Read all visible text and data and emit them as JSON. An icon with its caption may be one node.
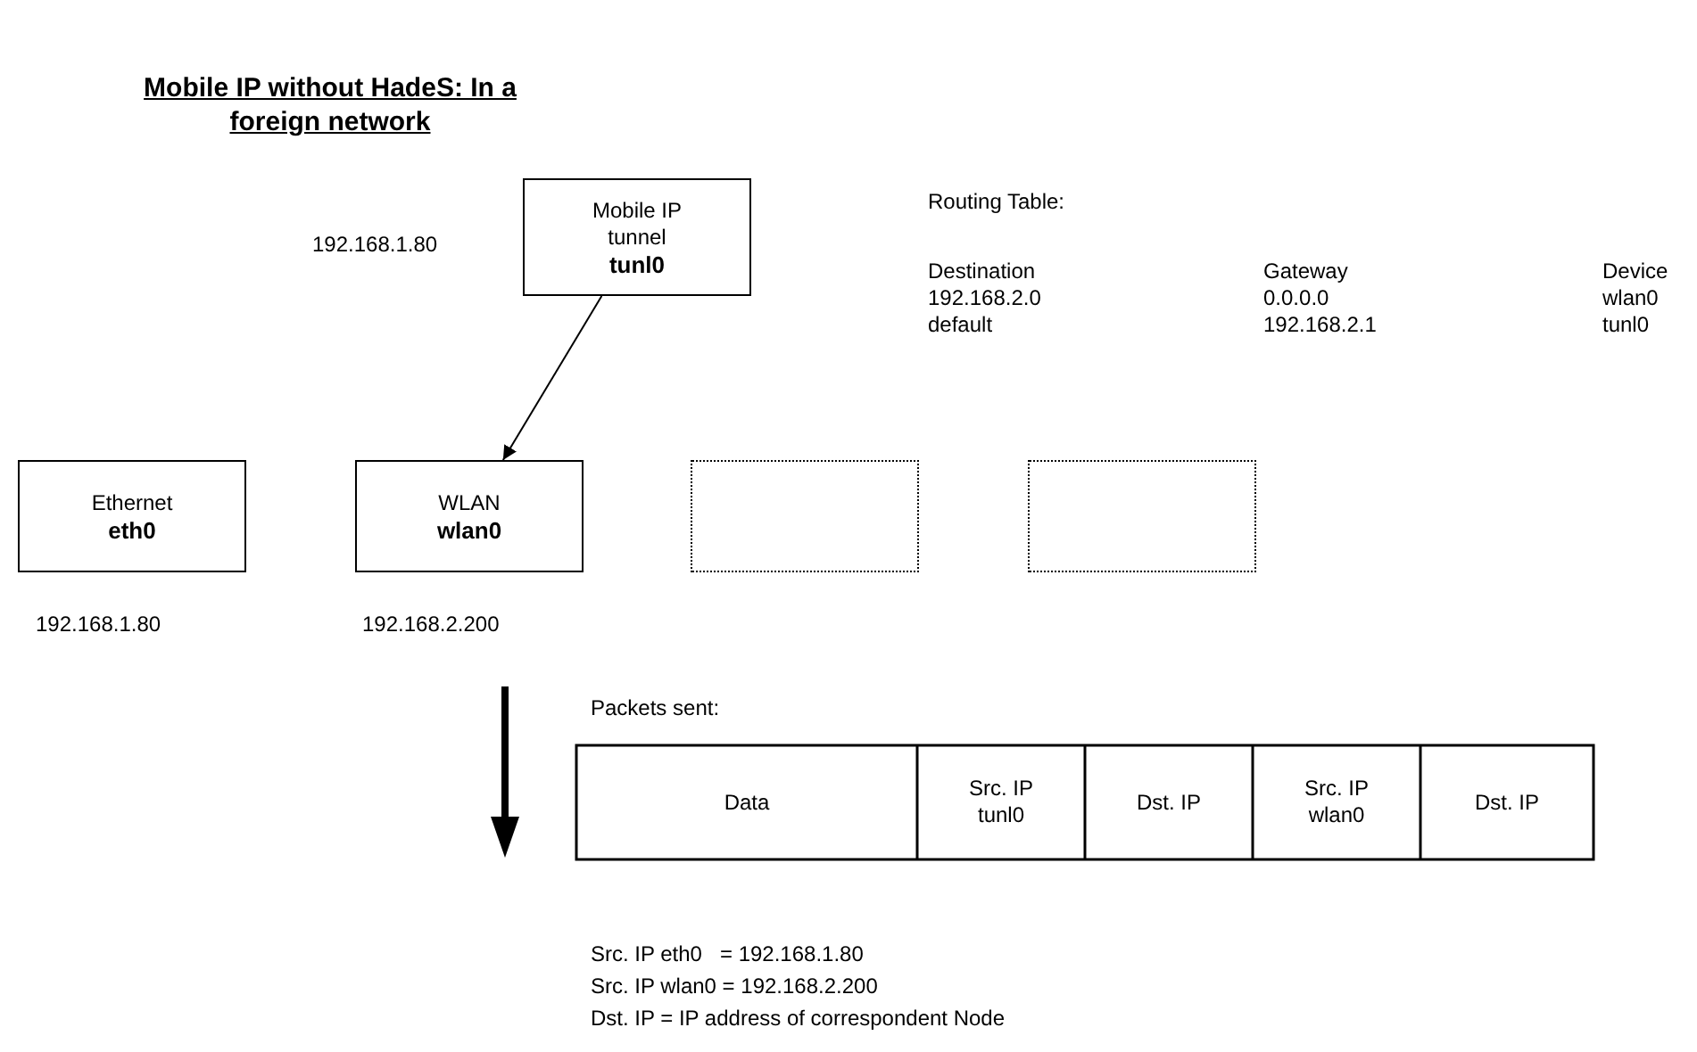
{
  "diagram": {
    "title": "Mobile IP without HadeS: In a foreign network",
    "nodes": [
      {
        "text": [
          "Mobile IP tunnel",
          "tunl0"
        ]
      },
      {
        "text": [
          "Ethernet",
          "eth0"
        ],
        "beside": [
          "192.168.1.80"
        ]
      },
      {
        "text": [
          "WLAN",
          "wlan0"
        ],
        "beside": [
          "192.168.2.200"
        ]
      },
      {
        "text": [],
        "shape": "box"
      },
      {
        "text": [],
        "shape": "box"
      },
      {
        "text": [
          "Data"
        ]
      },
      {
        "text": [
          "Src. IP tunl0"
        ]
      },
      {
        "text": [
          "Dst. IP"
        ]
      },
      {
        "text": [
          "Src. IP wlan0"
        ]
      },
      {
        "text": [
          "Dst. IP"
        ]
      }
    ],
    "edges": [
      {
        "from": 0,
        "to": 2,
        "arrow": "to"
      }
    ],
    "labels": [
      "192.168.1.80",
      "Routing Table:",
      "Destination",
      "Gateway",
      "Device",
      "192.168.2.0",
      "0.0.0.0",
      "wlan0",
      "default",
      "192.168.2.1",
      "tunl0",
      "Packets sent:",
      "Src. IP eth0   = 192.168.1.80",
      "Src. IP wlan0 = 192.168.2.200",
      "Dst. IP = IP address of correspondent Node"
    ]
  }
}
